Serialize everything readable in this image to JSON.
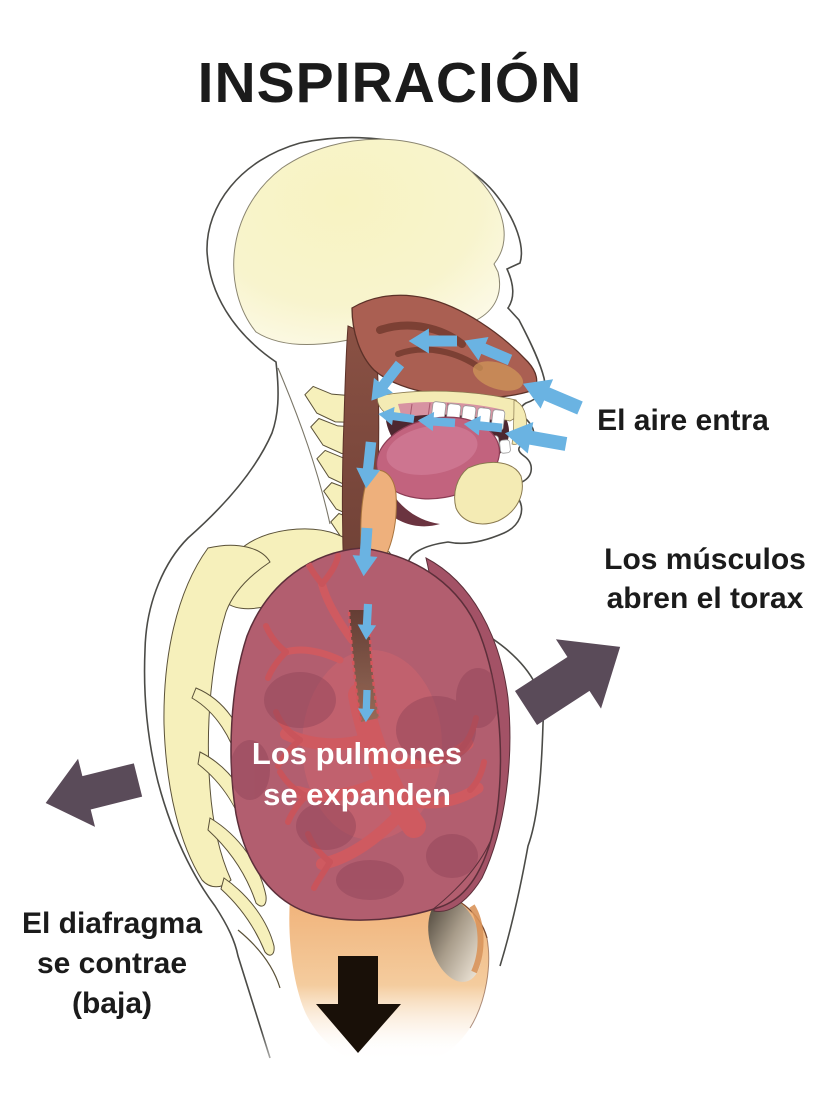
{
  "title": "INSPIRACIÓN",
  "annotations": {
    "air_entry": "El aire entra",
    "muscles": {
      "line1": "Los músculos",
      "line2": "abren el torax"
    },
    "lungs": {
      "line1": "Los pulmones",
      "line2": "se expanden"
    },
    "diaphragm": {
      "line1": "El diafragma",
      "line2": "se contrae",
      "line3": "(baja)"
    }
  },
  "colors": {
    "airflow_blue": "#6ab3e2",
    "thorax_arrow_purple": "#5a4b59",
    "diaphragm_arrow_black": "#191008",
    "lung_mauve": "#b25e6f",
    "bronchi_red": "#cf5a60",
    "bone_yellow": "#f6f0bb",
    "abdomen_orange": "#f0ad72",
    "text_black": "#1b1b1b",
    "text_white": "#ffffff"
  }
}
